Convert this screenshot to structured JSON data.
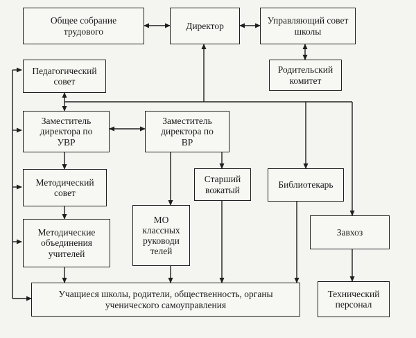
{
  "nodes": {
    "general_meeting": "Общее собрание\nтрудового",
    "director": "Директор",
    "school_council": "Управляющий совет\nшколы",
    "pedagogical_council": "Педагогический\nсовет",
    "parent_committee": "Родительский\nкомитет",
    "deputy_uvr": "Заместитель\nдиректора по\nУВР",
    "deputy_vr": "Заместитель\nдиректора по\nВР",
    "methodical_council": "Методический\nсовет",
    "senior_counselor": "Старший\nвожатый",
    "librarian": "Библиотекарь",
    "mo_class_teachers": "МО\nклассных\nруководи\nтелей",
    "caretaker": "Завхоз",
    "teacher_associations": "Методические\nобъединения\nучителей",
    "stakeholders": "Учащиеся школы, родители, общественность, органы\nученического самоуправления",
    "technical_staff": "Технический\nперсонал"
  }
}
